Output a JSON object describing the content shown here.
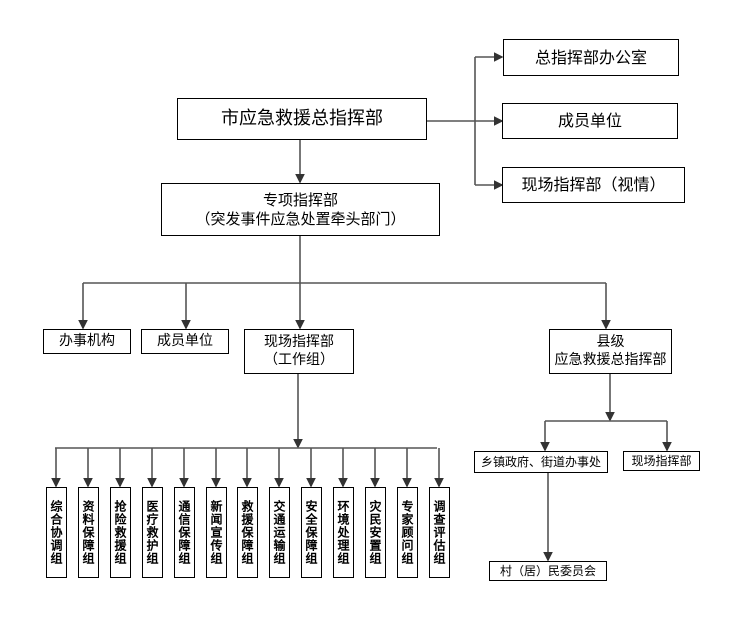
{
  "chart": {
    "top": {
      "label": "市应急救援总指挥部"
    },
    "right_branch": [
      {
        "label": "总指挥部办公室"
      },
      {
        "label": "成员单位"
      },
      {
        "label": "现场指挥部（视情）"
      }
    ],
    "special": {
      "line1": "专项指挥部",
      "line2": "（突发事件应急处置牵头部门）"
    },
    "level3": {
      "office": {
        "label": "办事机构"
      },
      "members": {
        "label": "成员单位"
      },
      "field": {
        "line1": "现场指挥部",
        "line2": "（工作组）"
      },
      "county": {
        "line1": "县级",
        "line2": "应急救援总指挥部"
      }
    },
    "working_groups": [
      {
        "label": "综合协调组"
      },
      {
        "label": "资料保障组"
      },
      {
        "label": "抢险救援组"
      },
      {
        "label": "医疗救护组"
      },
      {
        "label": "通信保障组"
      },
      {
        "label": "新闻宣传组"
      },
      {
        "label": "救援保障组"
      },
      {
        "label": "交通运输组"
      },
      {
        "label": "安全保障组"
      },
      {
        "label": "环境处理组"
      },
      {
        "label": "灾民安置组"
      },
      {
        "label": "专家顾问组"
      },
      {
        "label": "调查评估组"
      }
    ],
    "county_children": {
      "township": {
        "label": "乡镇政府、街道办事处"
      },
      "county_field": {
        "label": "现场指挥部"
      },
      "village": {
        "label": "村（居）民委员会"
      }
    }
  }
}
